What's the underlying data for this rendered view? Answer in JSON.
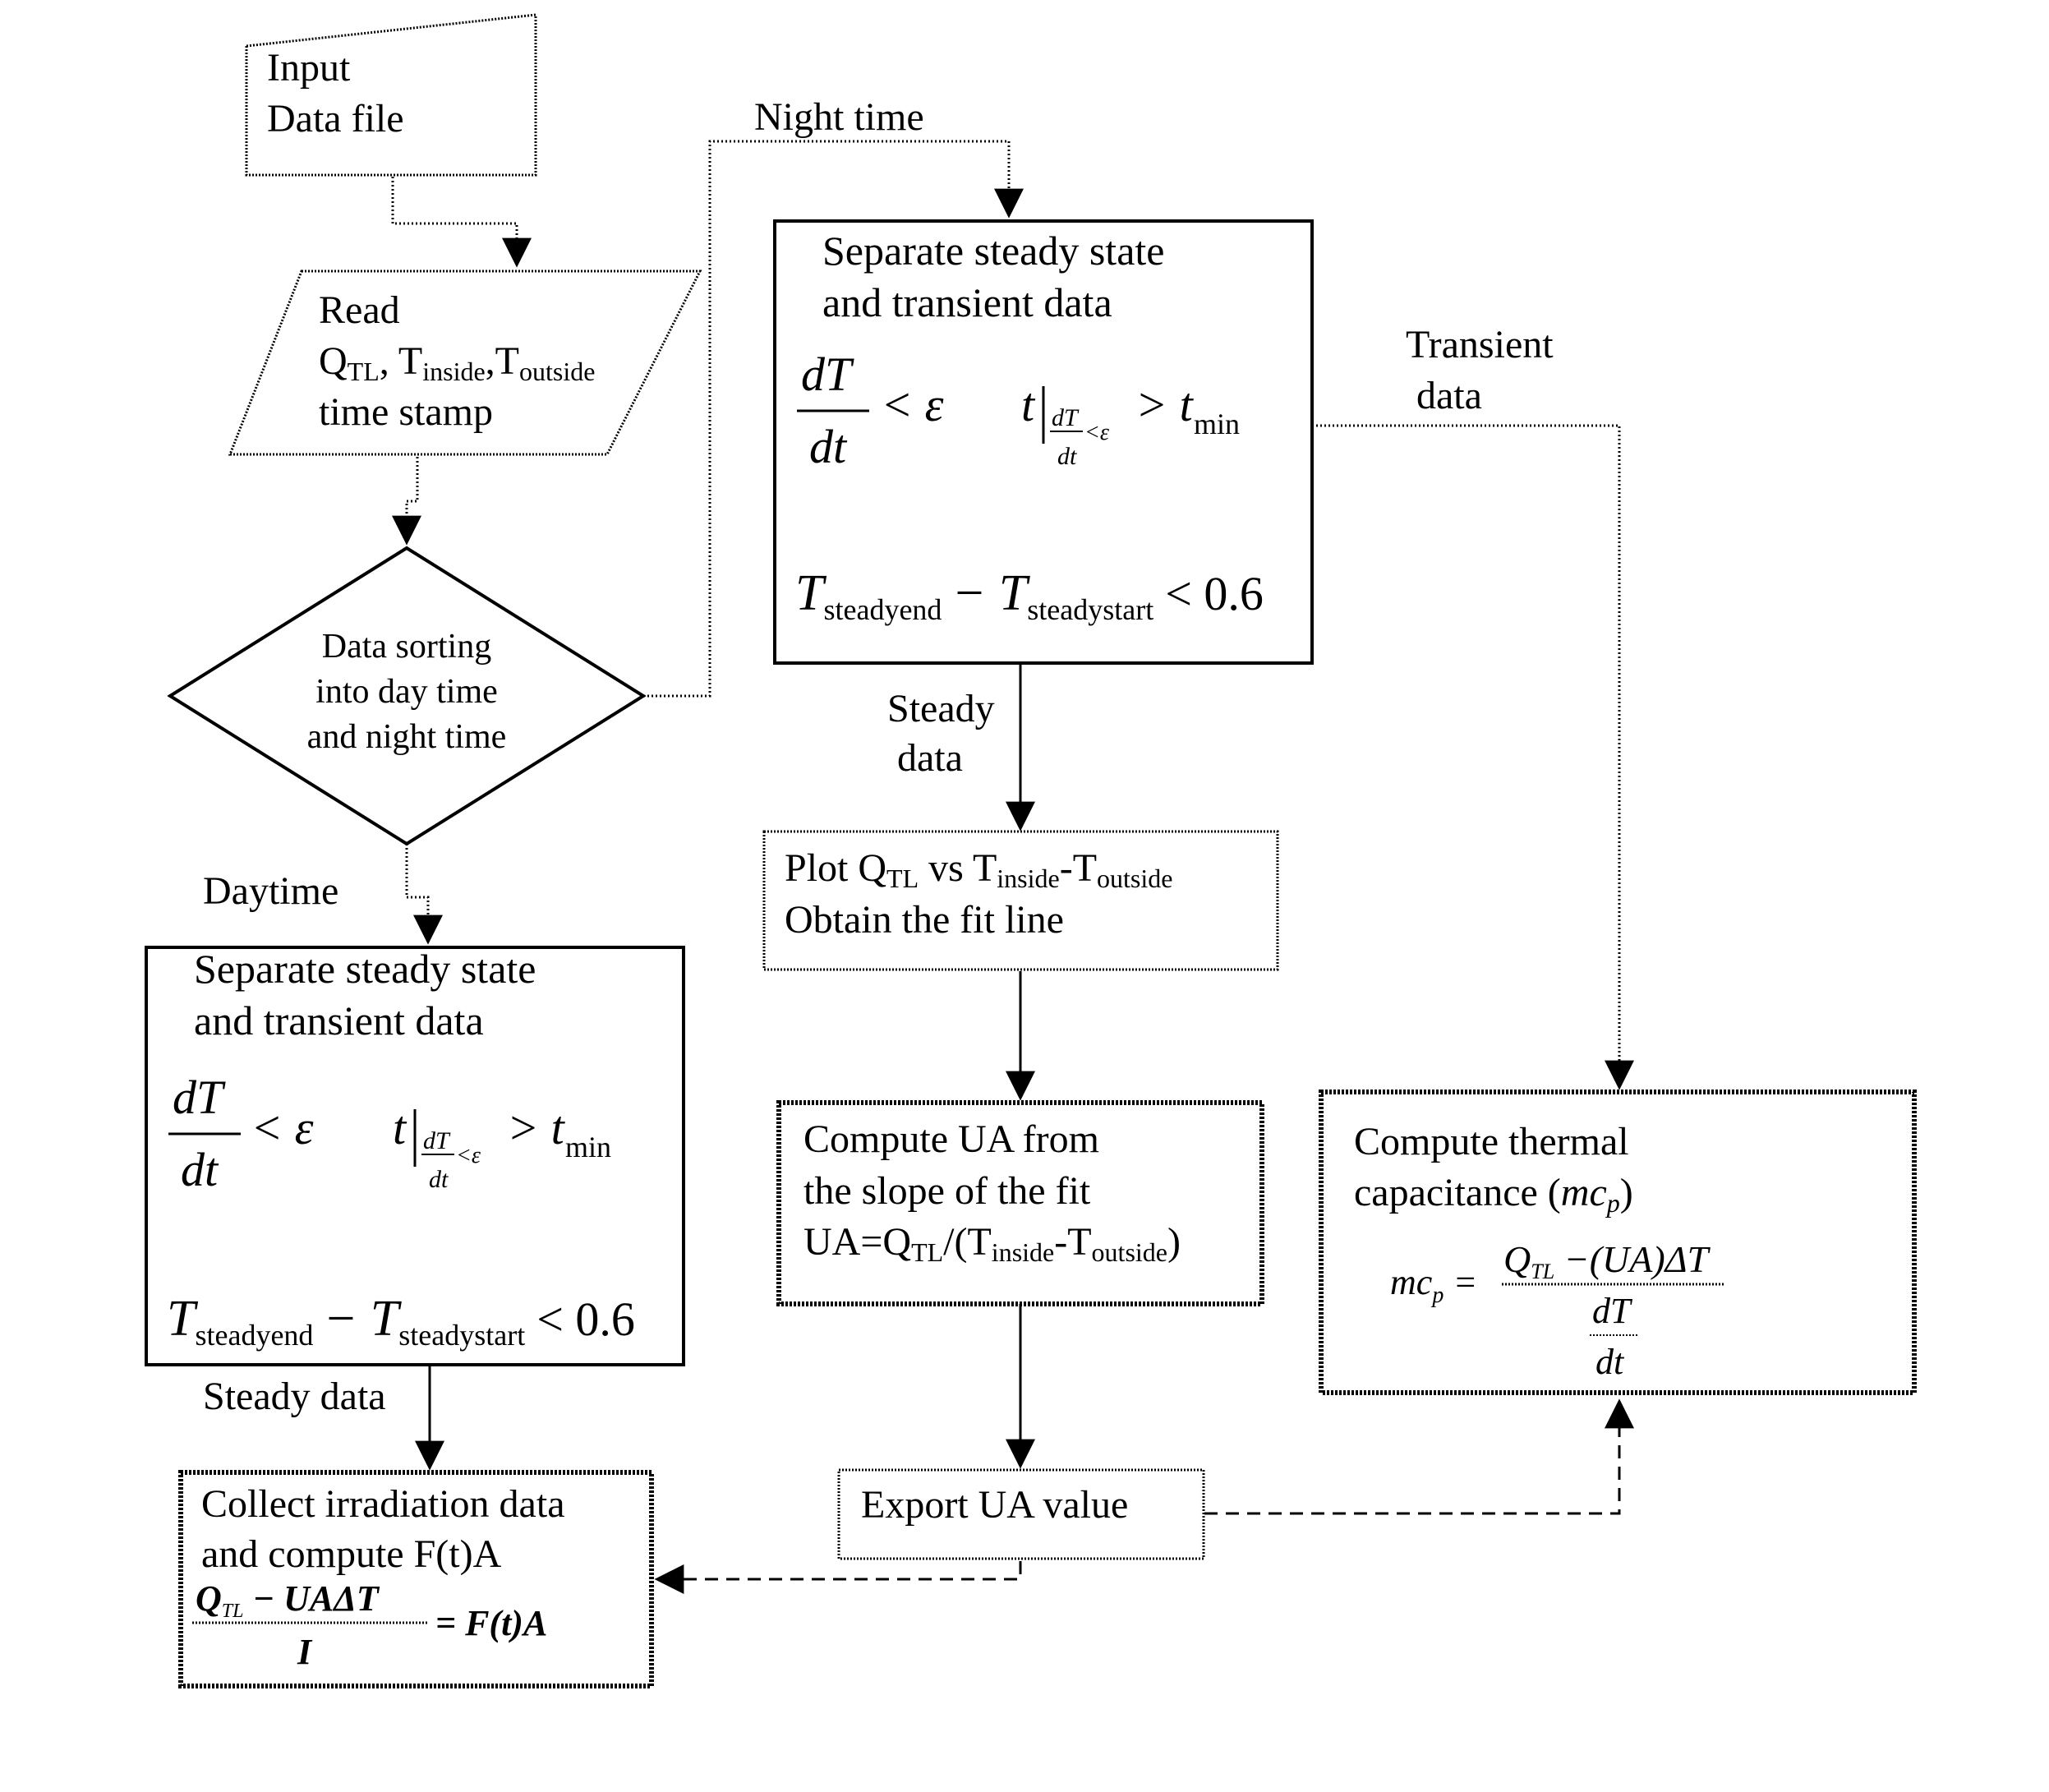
{
  "nodes": {
    "input": {
      "line1": "Input",
      "line2": "Data file"
    },
    "read": {
      "title": "Read",
      "q": "Q",
      "q_sub": "TL",
      "sep1": ", ",
      "ti": "T",
      "ti_sub": "inside",
      "sep2": ",",
      "to": "T",
      "to_sub": "outside",
      "line3": "time stamp"
    },
    "decision": {
      "line1": "Data sorting",
      "line2": "into day time",
      "line3": "and night time"
    },
    "night_separate": {
      "line1": "Separate steady state",
      "line2": "and transient data",
      "eq1_num": "dT",
      "eq1_den": "dt",
      "eq1_lt": "< ε",
      "eq2_t": "t",
      "eq2_bar_num": "dT",
      "eq2_bar_den": "dt",
      "eq2_bar_cond": "<ε",
      "eq2_gt": "> t",
      "eq2_min": "min",
      "eq3_T1": "T",
      "eq3_sub1": "steadyend",
      "eq3_minus": "− T",
      "eq3_sub2": "steadystart",
      "eq3_tail": "< 0.6"
    },
    "day_separate": {
      "line1": "Separate steady state",
      "line2": "and transient data",
      "eq1_num": "dT",
      "eq1_den": "dt",
      "eq1_lt": "< ε",
      "eq2_t": "t",
      "eq2_bar_num": "dT",
      "eq2_bar_den": "dt",
      "eq2_bar_cond": "<ε",
      "eq2_gt": "> t",
      "eq2_min": "min",
      "eq3_T1": "T",
      "eq3_sub1": "steadyend",
      "eq3_minus": "− T",
      "eq3_sub2": "steadystart",
      "eq3_tail": "< 0.6"
    },
    "plot": {
      "a": "Plot Q",
      "a_sub": "TL",
      "b": " vs T",
      "b_sub": "inside",
      "c": "-T",
      "c_sub": "outside",
      "line2": "Obtain the fit line"
    },
    "compute_ua": {
      "line1": "Compute UA from",
      "line2": "the slope of the fit",
      "a": "UA=Q",
      "a_sub": "TL",
      "b": "/(T",
      "b_sub": "inside",
      "c": "-T",
      "c_sub": "outside",
      "d": ")"
    },
    "compute_thermal": {
      "line1": "Compute    thermal",
      "line2a": "capacitance (",
      "line2b": "mc",
      "line2c": "p",
      "line2d": ")",
      "lhs": "mc",
      "lhs_sub": "p",
      "eq": "=",
      "num": "Q",
      "num_sub": "TL",
      "num_rest": " −(UA)ΔT",
      "den_num": "dT",
      "den_den": "dt"
    },
    "export": {
      "label": "Export UA value"
    },
    "collect": {
      "line1": "Collect irradiation data",
      "line2": "and compute F(t)A",
      "num": "Q",
      "num_sub": "TL",
      "num_rest": " − UAΔT",
      "den": "I",
      "rhs": "= F(t)A"
    }
  },
  "edge_labels": {
    "night": "Night time",
    "day": "Daytime",
    "transient": "Transient",
    "transient2": "data",
    "steady_night1": "Steady",
    "steady_night2": "data",
    "steady_day": "Steady data"
  }
}
